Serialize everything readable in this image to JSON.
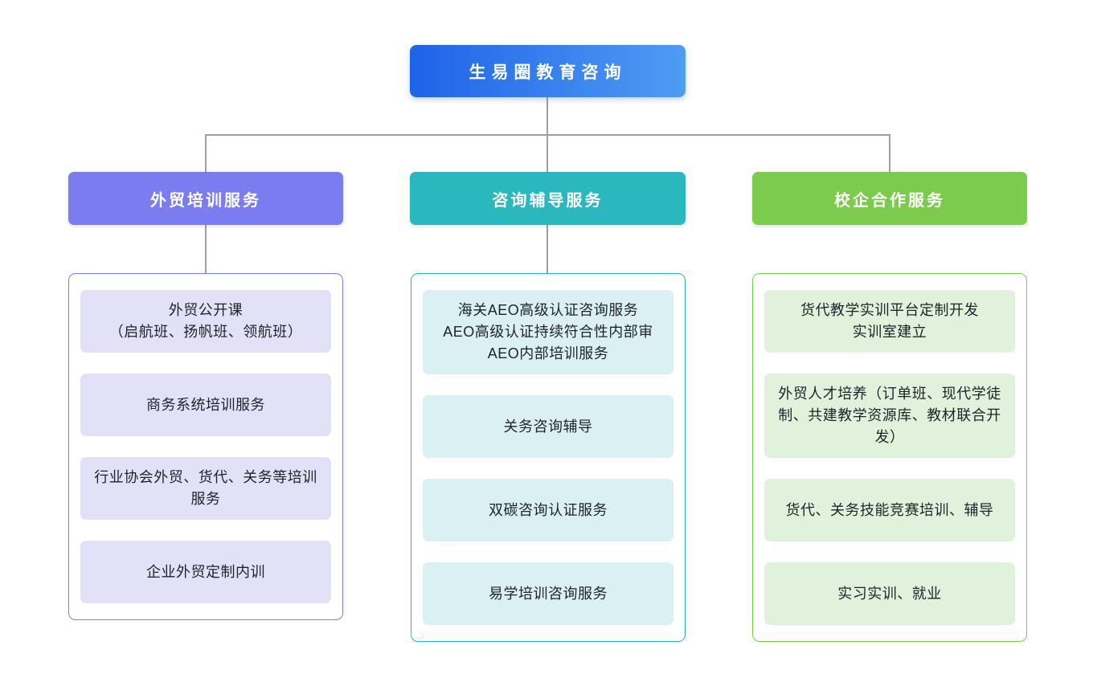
{
  "root": {
    "label": "生易圈教育咨询"
  },
  "branches": [
    {
      "label": "外贸培训服务",
      "items": [
        "外贸公开课\n（启航班、扬帆班、领航班）",
        "商务系统培训服务",
        "行业协会外贸、货代、关务等培训服务",
        "企业外贸定制内训"
      ]
    },
    {
      "label": "咨询辅导服务",
      "items": [
        "海关AEO高级认证咨询服务\nAEO高级认证持续符合性内部审\nAEO内部培训服务",
        "关务咨询辅导",
        "双碳咨询认证服务",
        "易学培训咨询服务"
      ]
    },
    {
      "label": "校企合作服务",
      "items": [
        "货代教学实训平台定制开发\n实训室建立",
        "外贸人才培养（订单班、现代学徒制、共建教学资源库、教材联合开发）",
        "货代、关务技能竞赛培训、辅导",
        "实习实训、就业"
      ]
    }
  ],
  "colors": {
    "root_gradient_left": "#1f63e8",
    "root_gradient_right": "#4f9cf3",
    "branch1_accent": "#7b7cf0",
    "branch1_item_bg": "#e3e1f8",
    "branch2_accent": "#2ab7bd",
    "branch2_item_bg": "#daf0f3",
    "branch3_accent": "#7ccb4d",
    "branch3_item_bg": "#e0f2dc",
    "connector": "#9aa0a5",
    "header_text": "#ffffff",
    "item_text": "#1f2329"
  }
}
